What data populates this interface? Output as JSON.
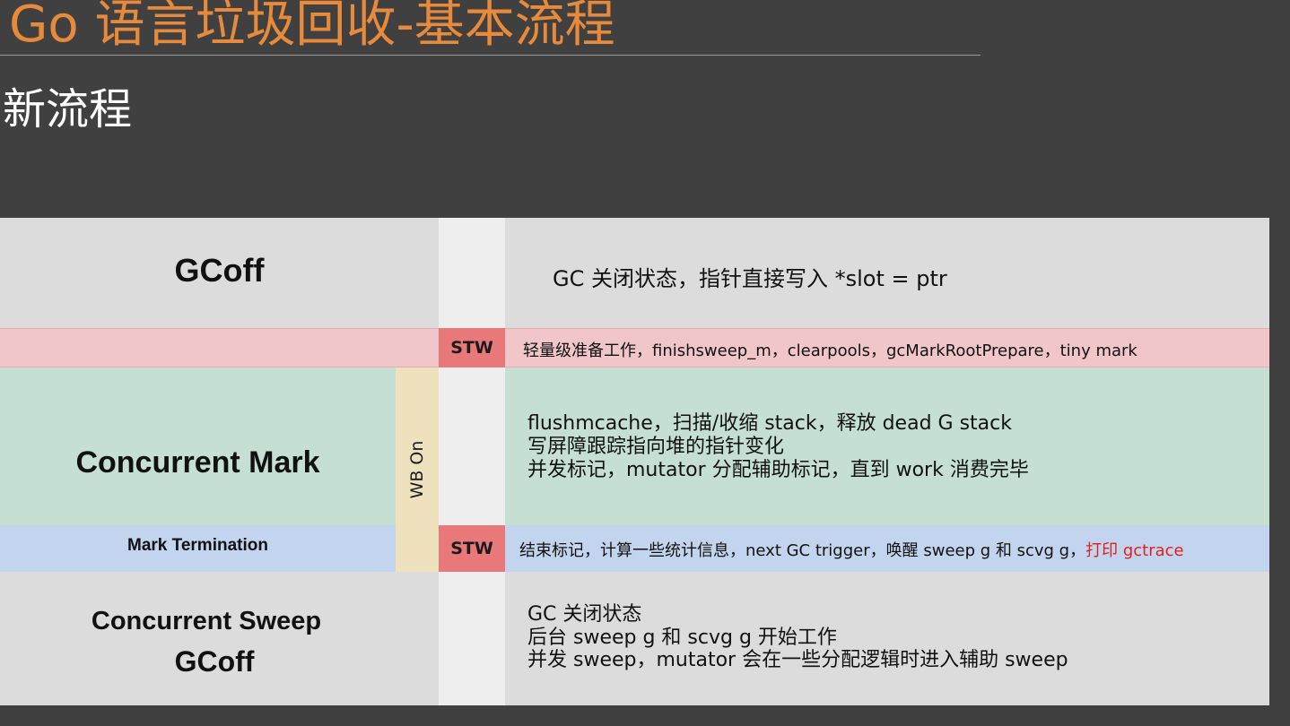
{
  "slide": {
    "title": "Go 语言垃圾回收-基本流程",
    "subtitle": "新流程"
  },
  "diagram": {
    "gcoff": {
      "label": "GCoff",
      "desc": "GC 关闭状态，指针直接写入 *slot = ptr"
    },
    "stw1": {
      "badge": "STW",
      "desc": "轻量级准备工作，finishsweep_m，clearpools，gcMarkRootPrepare，tiny mark"
    },
    "mark": {
      "label": "Concurrent Mark",
      "wb": "WB On",
      "lines": [
        "flushmcache，扫描/收缩 stack，释放 dead G stack",
        "写屏障跟踪指向堆的指针变化",
        "并发标记，mutator 分配辅助标记，直到 work 消费完毕"
      ]
    },
    "termination": {
      "label": "Mark Termination",
      "badge": "STW",
      "desc": "结束标记，计算一些统计信息，next GC trigger，唤醒 sweep g 和 scvg g，",
      "desc_highlight": "打印 gctrace"
    },
    "sweep": {
      "label_line1": "Concurrent Sweep",
      "label_line2": "GCoff",
      "lines": [
        "GC 关闭状态",
        "后台 sweep g 和 scvg g 开始工作",
        "并发 sweep，mutator 会在一些分配逻辑时进入辅助 sweep"
      ]
    }
  },
  "colors": {
    "title": "#e88a3c",
    "background": "#404040",
    "gcoff_band": "#dcdcdc",
    "stw_band": "#f0c6c9",
    "stw_badge": "#e8787a",
    "mark_band": "#c5e0d2",
    "termination_band": "#c3d4ee",
    "wb_band": "#efe1bd",
    "highlight": "#e02020"
  }
}
